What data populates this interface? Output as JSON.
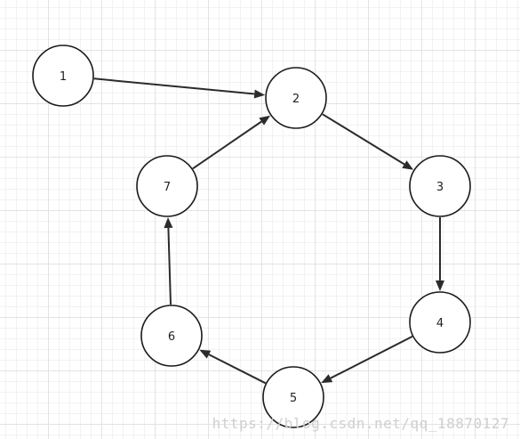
{
  "diagram": {
    "nodes": [
      {
        "id": "1",
        "label": "1"
      },
      {
        "id": "2",
        "label": "2"
      },
      {
        "id": "3",
        "label": "3"
      },
      {
        "id": "4",
        "label": "4"
      },
      {
        "id": "5",
        "label": "5"
      },
      {
        "id": "6",
        "label": "6"
      },
      {
        "id": "7",
        "label": "7"
      }
    ],
    "edges": [
      {
        "from": "1",
        "to": "2"
      },
      {
        "from": "2",
        "to": "3"
      },
      {
        "from": "3",
        "to": "4"
      },
      {
        "from": "4",
        "to": "5"
      },
      {
        "from": "5",
        "to": "6"
      },
      {
        "from": "6",
        "to": "7"
      },
      {
        "from": "7",
        "to": "2"
      }
    ]
  },
  "watermark": "https://blog.csdn.net/qq_18870127",
  "colors": {
    "stroke": "#1a1a1a",
    "grid": "#e3e3e3",
    "background": "#ffffff"
  }
}
